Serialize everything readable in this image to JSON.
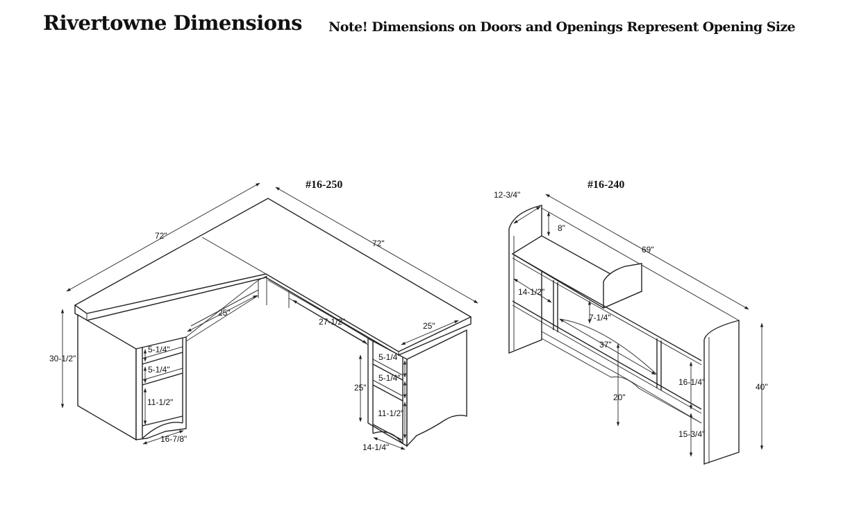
{
  "header": {
    "title": "Rivertowne Dimensions",
    "note": "Note! Dimensions on Doors and Openings Represent Opening Size"
  },
  "desk": {
    "model": "#16-250",
    "dims": {
      "left_width": "72\"",
      "right_width": "72\"",
      "height": "30-1/2\"",
      "left_depth": "25\"",
      "right_depth": "25\"",
      "center_width": "27-1/2\"",
      "left_shelf_1": "5-1/4\"",
      "left_shelf_2": "5-1/4\"",
      "left_shelf_3": "11-1/2\"",
      "left_base": "16-7/8\"",
      "right_shelf_1": "5-1/4\"",
      "right_shelf_2": "5-1/4\"",
      "right_shelf_3": "11-1/2\"",
      "right_inner_height": "25\"",
      "right_base": "14-1/4\""
    }
  },
  "hutch": {
    "model": "#16-240",
    "dims": {
      "depth": "12-3/4\"",
      "width": "69\"",
      "top_opening": "8\"",
      "left_opening": "14-1/2\"",
      "center_opening": "7-1/4\"",
      "center_width": "37\"",
      "right_opening": "16-1/4\"",
      "clearance": "20\"",
      "lower_right": "15-3/4\"",
      "height": "40\""
    }
  }
}
